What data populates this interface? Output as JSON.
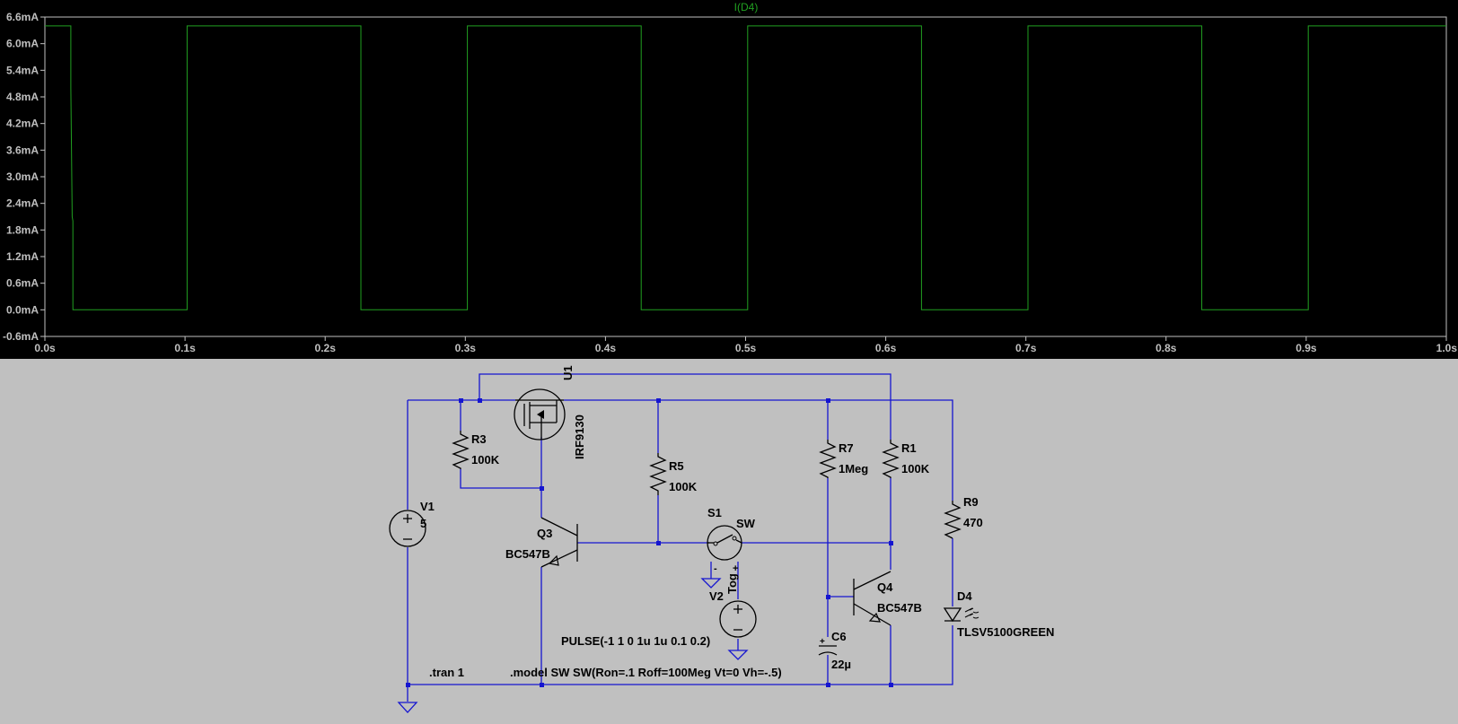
{
  "plot": {
    "trace_label": "I(D4)",
    "trace_color": "#21a021",
    "background": "#000000",
    "axis_color": "#c0c0c0"
  },
  "chart_data": {
    "type": "line",
    "title": "I(D4)",
    "xlabel": "",
    "ylabel": "",
    "xlim": [
      0,
      1.0
    ],
    "ylim": [
      -0.6,
      6.6
    ],
    "grid": false,
    "x_ticks": [
      "0.0s",
      "0.1s",
      "0.2s",
      "0.3s",
      "0.4s",
      "0.5s",
      "0.6s",
      "0.7s",
      "0.8s",
      "0.9s",
      "1.0s"
    ],
    "y_ticks": [
      "6.6mA",
      "6.0mA",
      "5.4mA",
      "4.8mA",
      "4.2mA",
      "3.6mA",
      "3.0mA",
      "2.4mA",
      "1.8mA",
      "1.2mA",
      "0.6mA",
      "0.0mA",
      "-0.6mA"
    ],
    "series": [
      {
        "name": "I(D4)",
        "color": "#21a021",
        "x": [
          0,
          0.0185,
          0.0185,
          0.0195,
          0.02,
          0.02,
          0.1015,
          0.1015,
          0.2255,
          0.2255,
          0.3015,
          0.3015,
          0.4255,
          0.4255,
          0.5015,
          0.5015,
          0.6255,
          0.6255,
          0.7015,
          0.7015,
          0.8255,
          0.8255,
          0.9015,
          0.9015,
          1.0
        ],
        "y": [
          6.4,
          6.4,
          5.0,
          2.1,
          2.0,
          0.0,
          0.0,
          6.4,
          6.4,
          0.0,
          0.0,
          6.4,
          6.4,
          0.0,
          0.0,
          6.4,
          6.4,
          0.0,
          0.0,
          6.4,
          6.4,
          0.0,
          0.0,
          6.4,
          6.4
        ]
      }
    ]
  },
  "schematic": {
    "wire_color": "#1515d0",
    "labels": {
      "u1_name": "U1",
      "u1_model": "IRF9130",
      "r3_name": "R3",
      "r3_value": "100K",
      "r5_name": "R5",
      "r5_value": "100K",
      "r7_name": "R7",
      "r7_value": "1Meg",
      "r1_name": "R1",
      "r1_value": "100K",
      "r9_name": "R9",
      "r9_value": "470",
      "v1_name": "V1",
      "v1_value": "5",
      "q3_name": "Q3",
      "q3_model": "BC547B",
      "s1_name": "S1",
      "s1_model": "SW",
      "v2_name": "V2",
      "v2_tag": "Tog",
      "q4_name": "Q4",
      "q4_model": "BC547B",
      "d4_name": "D4",
      "d4_model": "TLSV5100GREEN",
      "c6_name": "C6",
      "c6_value": "22µ",
      "pulse": "PULSE(-1 1 0 1u 1u 0.1 0.2)",
      "tran": ".tran 1",
      "model": ".model SW SW(Ron=.1 Roff=100Meg Vt=0 Vh=-.5)"
    }
  }
}
